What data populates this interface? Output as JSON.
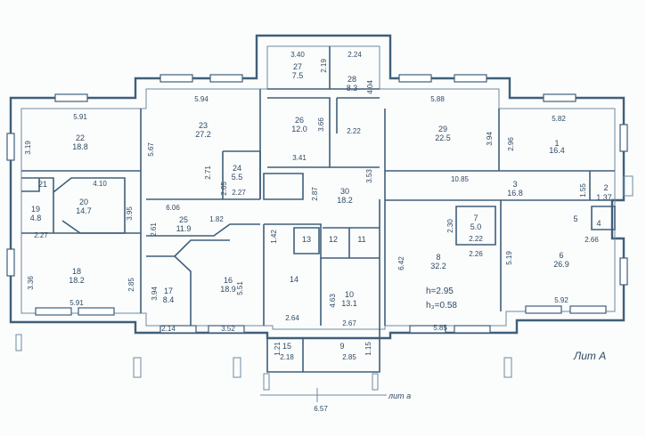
{
  "plan": {
    "rooms": [
      {
        "num": "1",
        "area": "16.4"
      },
      {
        "num": "2",
        "area": "1.37"
      },
      {
        "num": "3",
        "area": "16.8"
      },
      {
        "num": "4",
        "area": ""
      },
      {
        "num": "5",
        "area": ""
      },
      {
        "num": "6",
        "area": "26.9"
      },
      {
        "num": "7",
        "area": "5.0"
      },
      {
        "num": "8",
        "area": "32.2"
      },
      {
        "num": "9",
        "area": ""
      },
      {
        "num": "10",
        "area": "13.1"
      },
      {
        "num": "11",
        "area": ""
      },
      {
        "num": "12",
        "area": ""
      },
      {
        "num": "13",
        "area": ""
      },
      {
        "num": "14",
        "area": ""
      },
      {
        "num": "15",
        "area": ""
      },
      {
        "num": "16",
        "area": "18.9"
      },
      {
        "num": "17",
        "area": "8.4"
      },
      {
        "num": "18",
        "area": "18.2"
      },
      {
        "num": "19",
        "area": "4.8"
      },
      {
        "num": "20",
        "area": "14.7"
      },
      {
        "num": "21",
        "area": ""
      },
      {
        "num": "22",
        "area": "18.8"
      },
      {
        "num": "23",
        "area": "27.2"
      },
      {
        "num": "24",
        "area": "5.5"
      },
      {
        "num": "25",
        "area": "11.9"
      },
      {
        "num": "26",
        "area": "12.0"
      },
      {
        "num": "27",
        "area": "7.5"
      },
      {
        "num": "28",
        "area": "8.3"
      },
      {
        "num": "29",
        "area": "22.5"
      },
      {
        "num": "30",
        "area": "18.2"
      }
    ],
    "dims": [
      "3.40",
      "2.19",
      "2.24",
      "4.04",
      "5.94",
      "3.66",
      "2.22",
      "5.88",
      "5.82",
      "5.91",
      "3.19",
      "5.67",
      "3.94",
      "2.96",
      "2.71",
      "2.65",
      "2.27",
      "2.87",
      "3.53",
      "10.85",
      "1.55",
      "3.41",
      "4.10",
      "3.95",
      "6.06",
      "1.82",
      "2.61",
      "2.27",
      "2.30",
      "2.22",
      "2.26",
      "6.42",
      "5.19",
      "2.66",
      "1.42",
      "3.36",
      "2.85",
      "3.94",
      "5.51",
      "4.63",
      "2.64",
      "2.67",
      "5.91",
      "2.14",
      "3.52",
      "5.85",
      "5.92",
      "1.21",
      "2.18",
      "2.85",
      "1.15",
      "6.57"
    ],
    "height_note": "h=2.95",
    "height_note2": "h₃=0.58",
    "title": "Лит А",
    "porch_label": "лит а"
  }
}
